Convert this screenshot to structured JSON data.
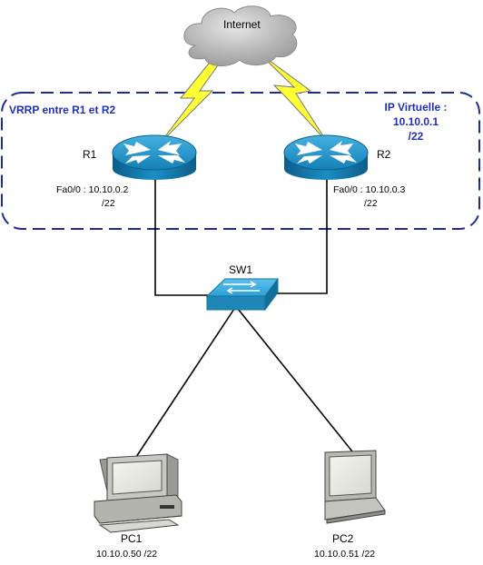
{
  "cloud": {
    "label": "Internet"
  },
  "vrrp_zone": {
    "title": "VRRP entre R1 et R2",
    "virtual_ip_title": "IP Virtuelle :",
    "virtual_ip_addr": "10.10.0.1",
    "virtual_ip_mask": "/22"
  },
  "routers": [
    {
      "name": "R1",
      "iface": "Fa0/0 : 10.10.0.2",
      "mask": "/22"
    },
    {
      "name": "R2",
      "iface": "Fa0/0 : 10.10.0.3",
      "mask": "/22"
    }
  ],
  "switch": {
    "name": "SW1"
  },
  "hosts": [
    {
      "name": "PC1",
      "ip": "10.10.0.50 /22"
    },
    {
      "name": "PC2",
      "ip": "10.10.0.51 /22"
    }
  ],
  "colors": {
    "zone_border": "#1c2a9c",
    "router_blue": "#1a8fc4",
    "switch_blue": "#2b9fd6",
    "bolt_yellow": "#ffff33",
    "cloud_gray": "#b8b8b8",
    "label_blue": "#1f2fb8"
  }
}
